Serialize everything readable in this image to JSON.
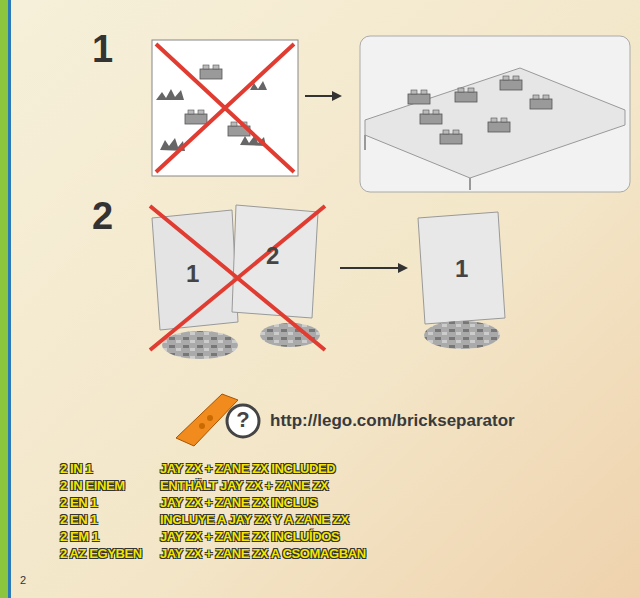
{
  "diagram": {
    "labels": [
      "1",
      "2",
      "1",
      "2",
      "1",
      "?",
      "http://lego.com/brickseparator",
      "2 IN 1",
      "JAY ZX + ZANE ZX INCLUDED",
      "2 IN EINEM",
      "ENTHÄLT JAY ZX + ZANE ZX",
      "2 EN 1",
      "JAY ZX + ZANE ZX INCLUS",
      "2 EN 1",
      "INCLUYE A JAY ZX Y A ZANE ZX",
      "2 EM 1",
      "JAY ZX + ZANE ZX INCLUÍDOS",
      "2 AZ EGYBEN",
      "JAY ZX + ZANE ZX A CSOMAGBAN",
      "2"
    ]
  }
}
